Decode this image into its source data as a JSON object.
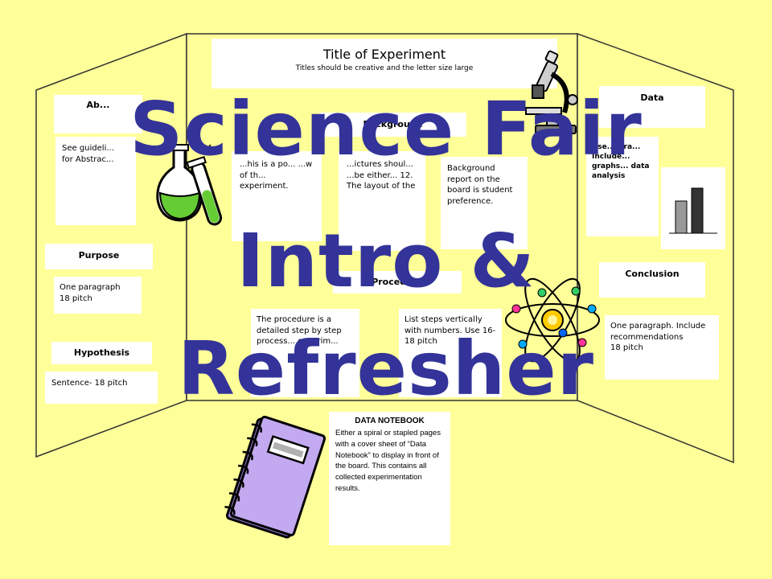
{
  "title_card": {
    "heading": "Title of Experiment",
    "subtext": "Titles should be creative and the letter size large"
  },
  "left_panel": {
    "abstract_header": "Ab...",
    "abstract_text": "See guideli...\nfor Abstrac...",
    "purpose_header": "Purpose",
    "purpose_text": "One paragraph\n18 pitch",
    "hypothesis_header": "Hypothesis",
    "hypothesis_text": "Sentence- 18 pitch"
  },
  "center_panel": {
    "background_header": "Background",
    "col1_text": "...his is a po... ...w of th... experiment.",
    "col2_text": "...ictures shoul... ...be either... 12. The layout of the",
    "col3_text": "Background report on the board is student preference.",
    "procedure_header": "Procedure",
    "proc1_text": "The procedure is a detailed step by step process... experim...",
    "proc2_text": "List steps vertically with numbers. Use 16-18 pitch"
  },
  "right_panel": {
    "data_header": "Data",
    "data_text": "Use... Gra... Include... graphs... data analysis",
    "conclusion_header": "Conclusion",
    "conclusion_text": "One paragraph. Include recommendations\n18 pitch"
  },
  "notebook_card": {
    "heading": "DATA NOTEBOOK",
    "text": "Either a spiral or stapled pages with a cover sheet of “Data Notebook” to display in front of the board. This contains all collected experimentation results."
  },
  "overlay_title": {
    "line1": "Science Fair",
    "line2": "Intro &",
    "line3": "Refresher"
  },
  "chart_data": {
    "type": "bar",
    "values": [
      30,
      45
    ]
  },
  "colors": {
    "background": "#ffff99",
    "title": "#333399",
    "notebook": "#b39ddb",
    "flask_liquid": "#66cc33"
  },
  "icons": [
    "microscope-icon",
    "flask-icon",
    "atom-icon",
    "notebook-icon"
  ]
}
